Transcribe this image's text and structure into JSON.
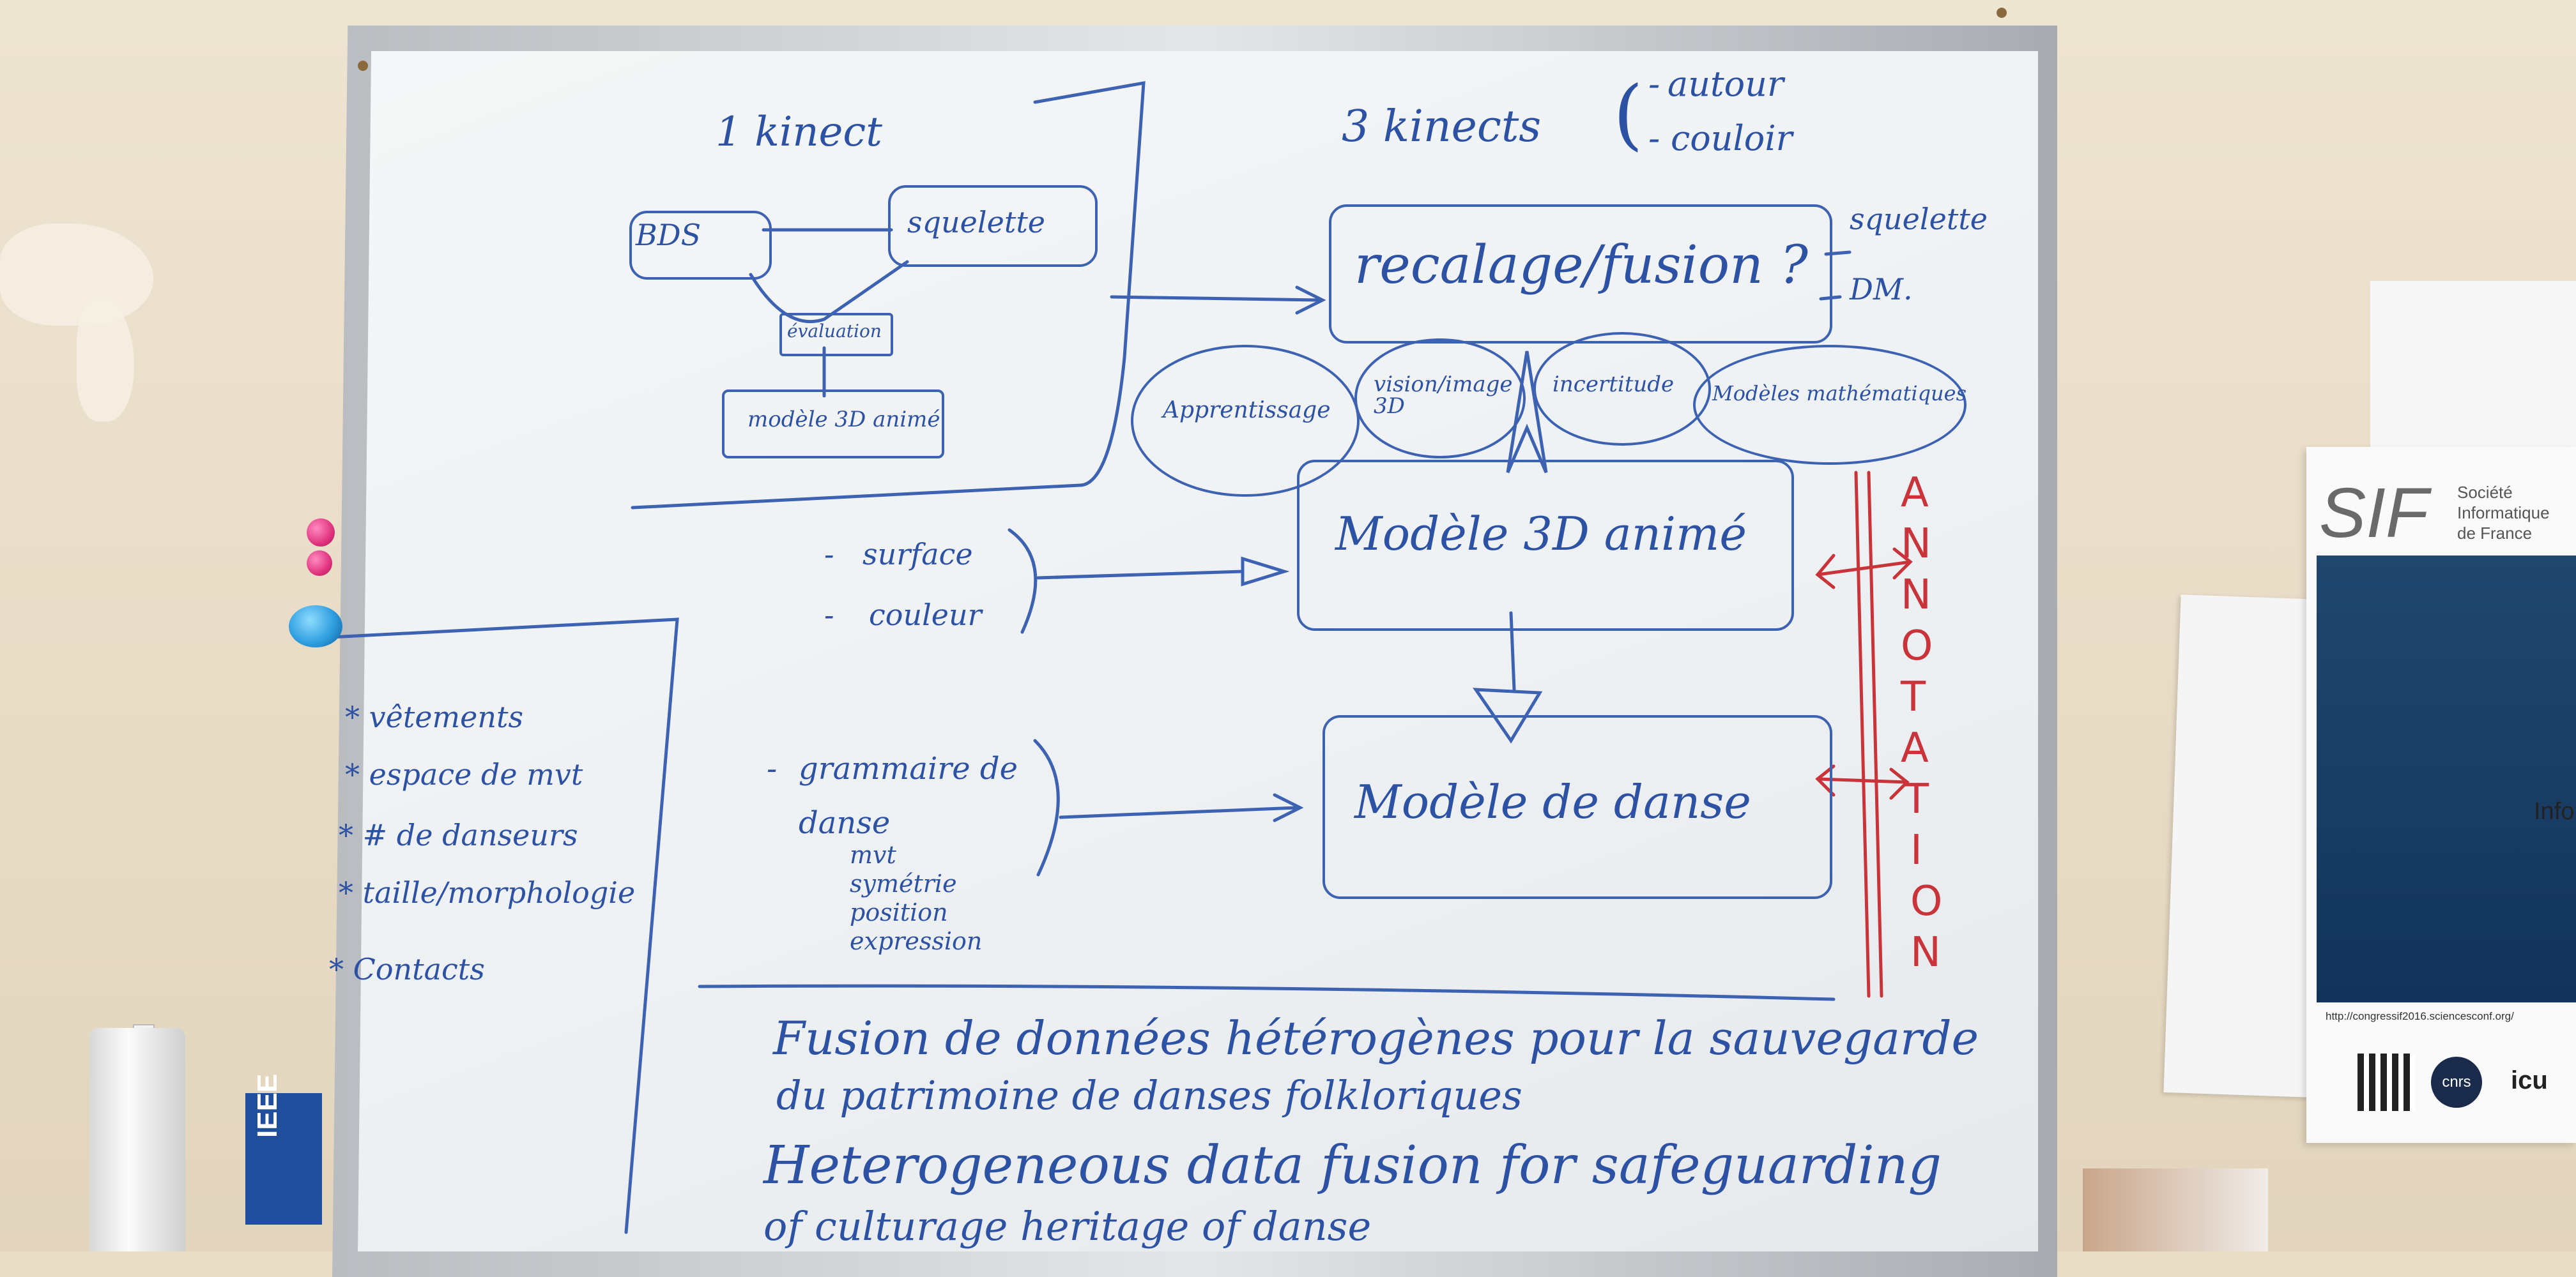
{
  "board": {
    "one_kinect": "1 kinect",
    "three_kinects": "3 kinects",
    "autour": "autour",
    "couloir": "couloir",
    "bds": "BDS",
    "squelette_left": "squelette",
    "evaluation": "évaluation",
    "modele_anime_small": "modèle 3D animé",
    "recalage_fusion": "recalage/fusion ?",
    "squelette_right": "squelette",
    "dm": "DM.",
    "clouds": [
      "Apprentissage",
      "vision/image 3D",
      "incertitude",
      "Modèles mathématiques"
    ],
    "surface": "surface",
    "couleur": "couleur",
    "modele_3d_anime": "Modèle 3D animé",
    "grammaire_de": "grammaire de",
    "danse": "danse",
    "grammar_items": [
      "mvt",
      "symétrie",
      "position",
      "expression"
    ],
    "modele_de_danse": "Modèle de danse",
    "annotation_letters": [
      "A",
      "N",
      "N",
      "O",
      "T",
      "A",
      "T",
      "I",
      "O",
      "N"
    ],
    "side_list": [
      "* vêtements",
      "* espace de mvt",
      "* # de danseurs",
      "* taille/morphologie",
      "* Contacts"
    ],
    "title_fr_1": "Fusion de données hétérogènes pour la sauvegarde",
    "title_fr_2": "du patrimoine de danses folkloriques",
    "title_en_1": "Heterogeneous data fusion for safeguarding",
    "title_en_2": "of culturage heritage of danse"
  },
  "ieee": {
    "label": "IEEE"
  },
  "sif_poster": {
    "logo": "SIF",
    "line1": "Société",
    "line2": "Informatique",
    "line3": "de France",
    "map_text": "Info",
    "url": "http://congressif2016.sciencesconf.org/",
    "cnrs": "cnrs",
    "icu": "icu"
  },
  "colors": {
    "marker_blue": "#2e52a3",
    "marker_red": "#c8343a",
    "magnet_pink": "#e0337f",
    "magnet_blue": "#2f9fe0"
  }
}
